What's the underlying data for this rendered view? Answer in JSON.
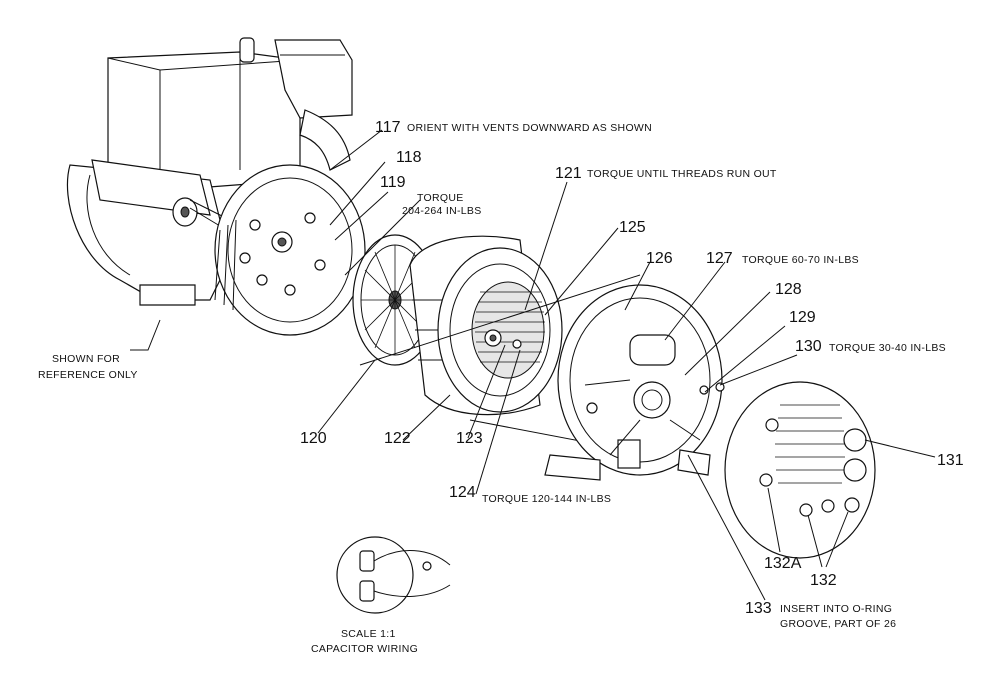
{
  "callouts": {
    "c117": {
      "number": "117",
      "note": "ORIENT WITH VENTS DOWNWARD AS SHOWN"
    },
    "c118": {
      "number": "118"
    },
    "c119": {
      "number": "119",
      "note_line1": "TORQUE",
      "note_line2": "204-264 IN-LBS"
    },
    "c120": {
      "number": "120"
    },
    "c121": {
      "number": "121",
      "note": "TORQUE UNTIL THREADS RUN OUT"
    },
    "c122": {
      "number": "122"
    },
    "c123": {
      "number": "123"
    },
    "c124": {
      "number": "124",
      "note": "TORQUE 120-144 IN-LBS"
    },
    "c125": {
      "number": "125"
    },
    "c126": {
      "number": "126"
    },
    "c127": {
      "number": "127",
      "note": "TORQUE 60-70 IN-LBS"
    },
    "c128": {
      "number": "128"
    },
    "c129": {
      "number": "129"
    },
    "c130": {
      "number": "130",
      "note": "TORQUE 30-40 IN-LBS"
    },
    "c131": {
      "number": "131"
    },
    "c132A": {
      "number": "132A"
    },
    "c132": {
      "number": "132"
    },
    "c133": {
      "number": "133",
      "note_line1": "INSERT INTO O-RING",
      "note_line2": "GROOVE, PART OF 26"
    }
  },
  "reference_note": {
    "line1": "SHOWN FOR",
    "line2": "REFERENCE ONLY"
  },
  "capacitor_detail": {
    "line1": "SCALE 1:1",
    "line2": "CAPACITOR WIRING"
  }
}
